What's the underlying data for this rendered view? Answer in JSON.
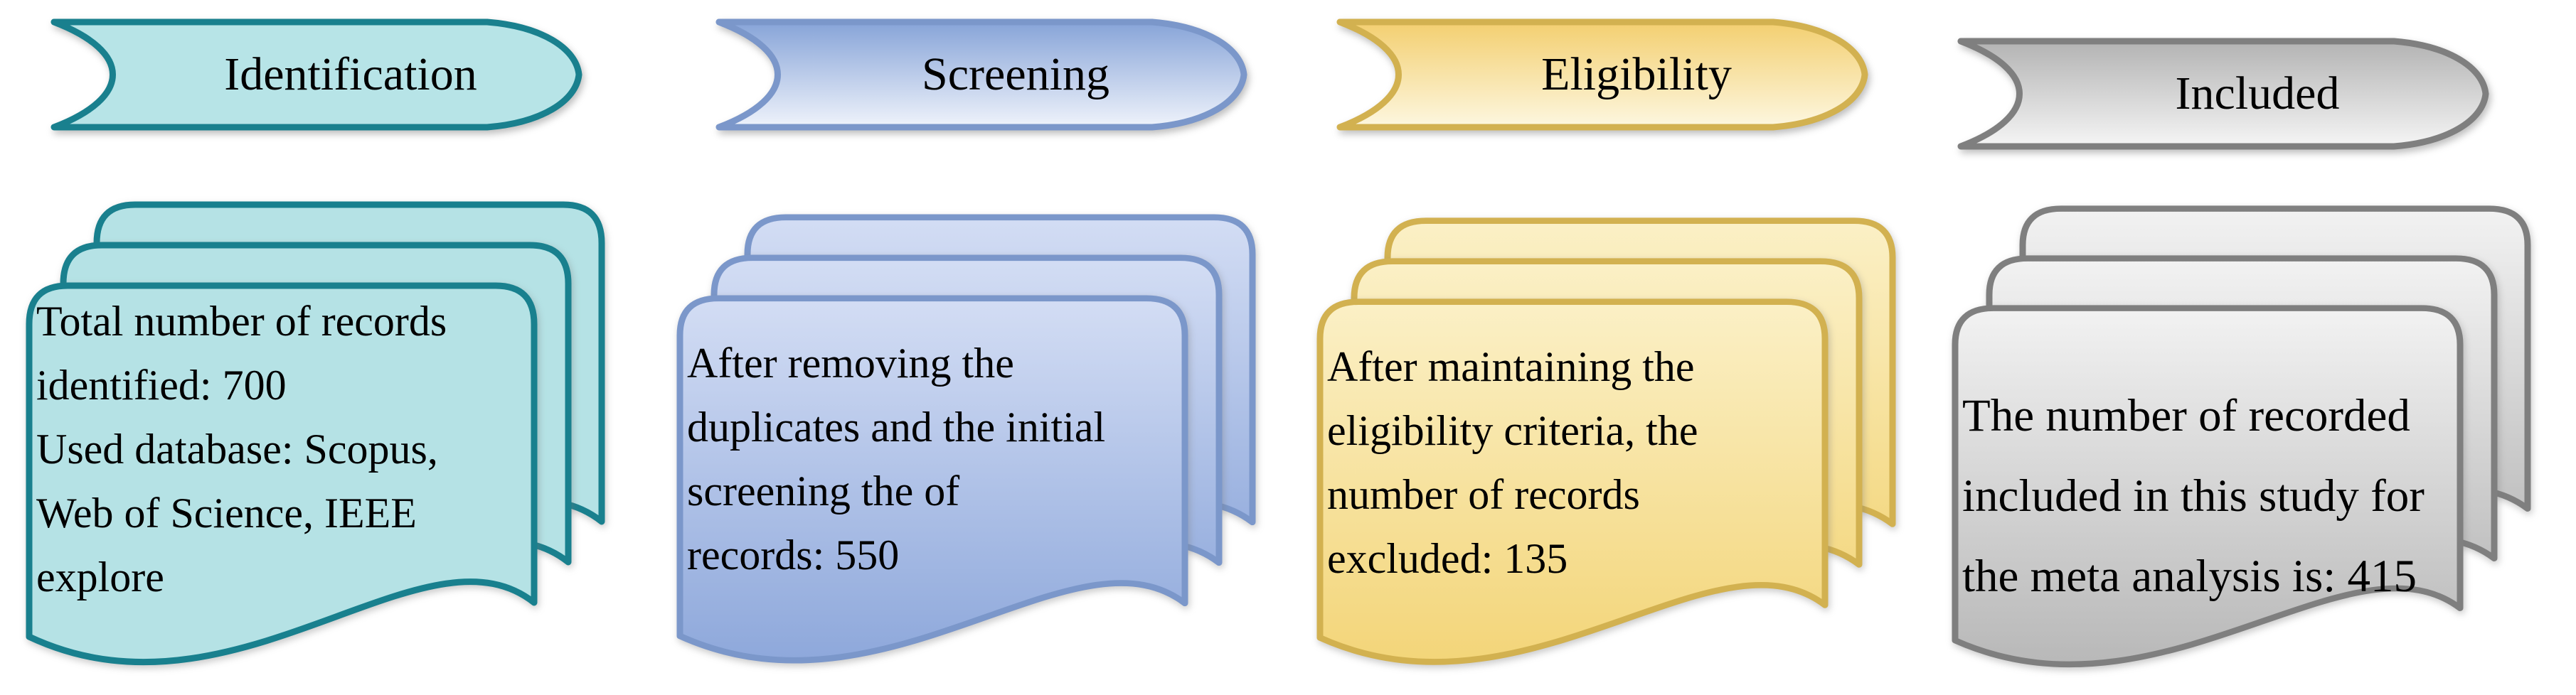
{
  "columns": [
    {
      "id": "identification",
      "banner": "Identification",
      "card_lines": [
        "Total number of records",
        "identified: 700",
        "Used database: Scopus,",
        "Web of Science, IEEE",
        "explore"
      ],
      "value": 700,
      "colors": {
        "border": "#19808e",
        "banner_top": "#b7e4e7",
        "banner_bottom": "#b7e4e7",
        "card_top": "#b5e2e5",
        "card_bottom": "#b5e2e5"
      }
    },
    {
      "id": "screening",
      "banner": "Screening",
      "card_lines": [
        "After removing the",
        "duplicates and the initial",
        "screening the of",
        "records: 550"
      ],
      "value": 550,
      "colors": {
        "border": "#7b97ca",
        "banner_top": "#87a4d8",
        "banner_bottom": "#eff3fb",
        "card_top": "#d3ddf4",
        "card_bottom": "#8ea8db"
      }
    },
    {
      "id": "eligibility",
      "banner": "Eligibility",
      "card_lines": [
        "After maintaining the",
        "eligibility criteria, the",
        "number of records",
        "excluded: 135"
      ],
      "value": 135,
      "colors": {
        "border": "#d2b150",
        "banner_top": "#f3cf70",
        "banner_bottom": "#fdf7e0",
        "card_top": "#fbf0c6",
        "card_bottom": "#f3d579"
      }
    },
    {
      "id": "included",
      "banner": "Included",
      "card_lines": [
        "The number of recorded",
        "included in this study for",
        "the meta analysis is: 415"
      ],
      "value": 415,
      "colors": {
        "border": "#7f7f7f",
        "banner_top": "#b3b3b3",
        "banner_bottom": "#f5f5f5",
        "card_top": "#f2f2f2",
        "card_bottom": "#b8b8b8"
      }
    }
  ]
}
